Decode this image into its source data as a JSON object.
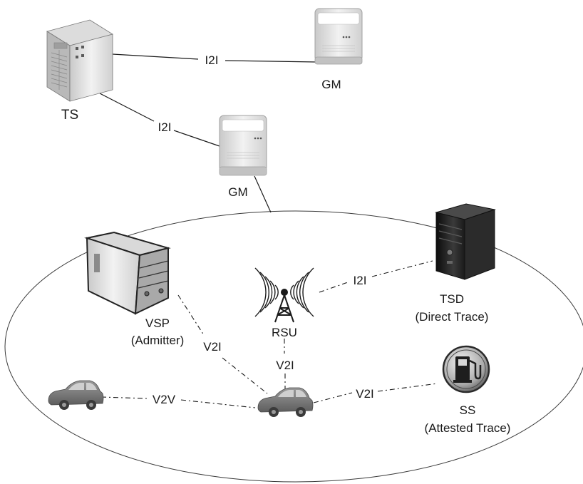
{
  "nodes": {
    "ts": {
      "label": "TS",
      "icon": "server-tower-icon"
    },
    "gm_top": {
      "label": "GM",
      "icon": "server-icon"
    },
    "gm_mid": {
      "label": "GM",
      "icon": "server-icon"
    },
    "vsp": {
      "label": "VSP",
      "sublabel": "(Admitter)",
      "icon": "server-box-icon"
    },
    "rsu": {
      "label": "RSU",
      "icon": "antenna-tower-icon"
    },
    "tsd": {
      "label": "TSD",
      "sublabel": "(Direct Trace)",
      "icon": "pc-tower-icon"
    },
    "ss": {
      "label": "SS",
      "sublabel": "(Attested Trace)",
      "icon": "fuel-station-icon"
    },
    "car_left": {
      "icon": "car-icon"
    },
    "car_center": {
      "icon": "car-icon"
    }
  },
  "links": {
    "ts_gm_top": "I2I",
    "ts_gm_mid": "I2I",
    "rsu_tsd": "I2I",
    "vsp_car": "V2I",
    "rsu_car": "V2I",
    "car_ss": "V2I",
    "car_car": "V2V"
  },
  "colors": {
    "line": "#1a1a1a",
    "car": "#7c7c7c",
    "server_light": "#e6e6e6",
    "server_dark": "#1e1e1e"
  }
}
